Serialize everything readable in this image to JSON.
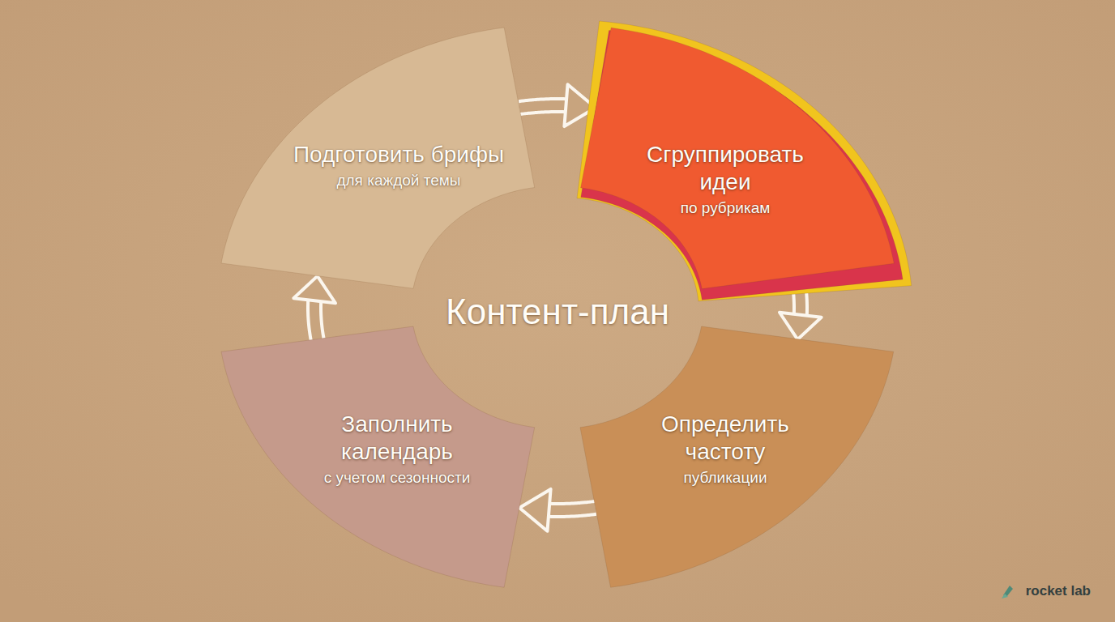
{
  "diagram": {
    "title": "Контент-план",
    "nodes": [
      {
        "text": [
          "Подготовить брифы",
          "для каждой темы"
        ]
      },
      {
        "text": [
          "Сгруппировать идеи",
          "по рубрикам"
        ]
      },
      {
        "text": [
          "Определить частоту",
          "публикации"
        ]
      },
      {
        "text": [
          "Заполнить календарь",
          "с учетом сезонности"
        ]
      }
    ],
    "edges": [
      {
        "from": 0,
        "to": 1,
        "arrow": "to"
      },
      {
        "from": 1,
        "to": 2,
        "arrow": "to"
      },
      {
        "from": 2,
        "to": 3,
        "arrow": "to"
      },
      {
        "from": 3,
        "to": 0,
        "arrow": "to"
      }
    ],
    "labels": [
      "rocket lab"
    ]
  }
}
